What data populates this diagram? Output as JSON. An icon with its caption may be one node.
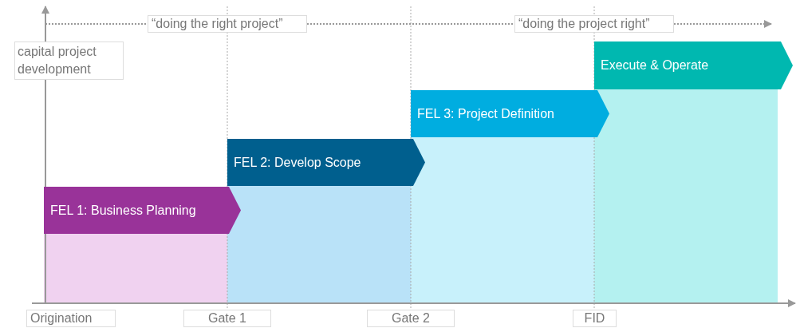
{
  "diagram": {
    "nodes": [
      {
        "text": [
          "FEL 1: Business Planning"
        ]
      },
      {
        "text": [
          "FEL 2: Develop Scope"
        ]
      },
      {
        "text": [
          "FEL 3: Project Definition"
        ]
      },
      {
        "text": [
          "Execute & Operate"
        ]
      }
    ],
    "labels": [
      "“doing the right project”",
      "“doing the project right”",
      "capital project development",
      "Origination",
      "Gate 1",
      "Gate 2",
      "FID"
    ]
  }
}
